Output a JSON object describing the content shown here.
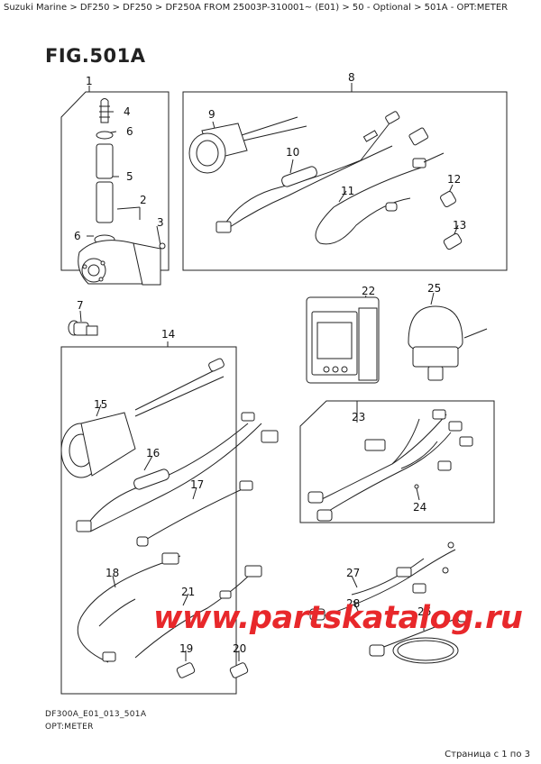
{
  "breadcrumb": "Suzuki Marine > DF250 > DF250 > DF250A FROM 25003P-310001~ (E01) > 50 - Optional > 501A - OPT:METER",
  "figure": {
    "title": "FIG.501A"
  },
  "callouts": [
    "1",
    "4",
    "6",
    "5",
    "2",
    "3",
    "6",
    "8",
    "9",
    "10",
    "11",
    "12",
    "13",
    "7",
    "14",
    "22",
    "25",
    "15",
    "23",
    "16",
    "17",
    "24",
    "18",
    "27",
    "21",
    "28",
    "26",
    "19",
    "20"
  ],
  "footer": {
    "code": "DF300A_E01_013_501A",
    "label": "OPT:METER"
  },
  "pagination": "Страница с 1 по 3",
  "watermark": "www.partskatalog.ru"
}
